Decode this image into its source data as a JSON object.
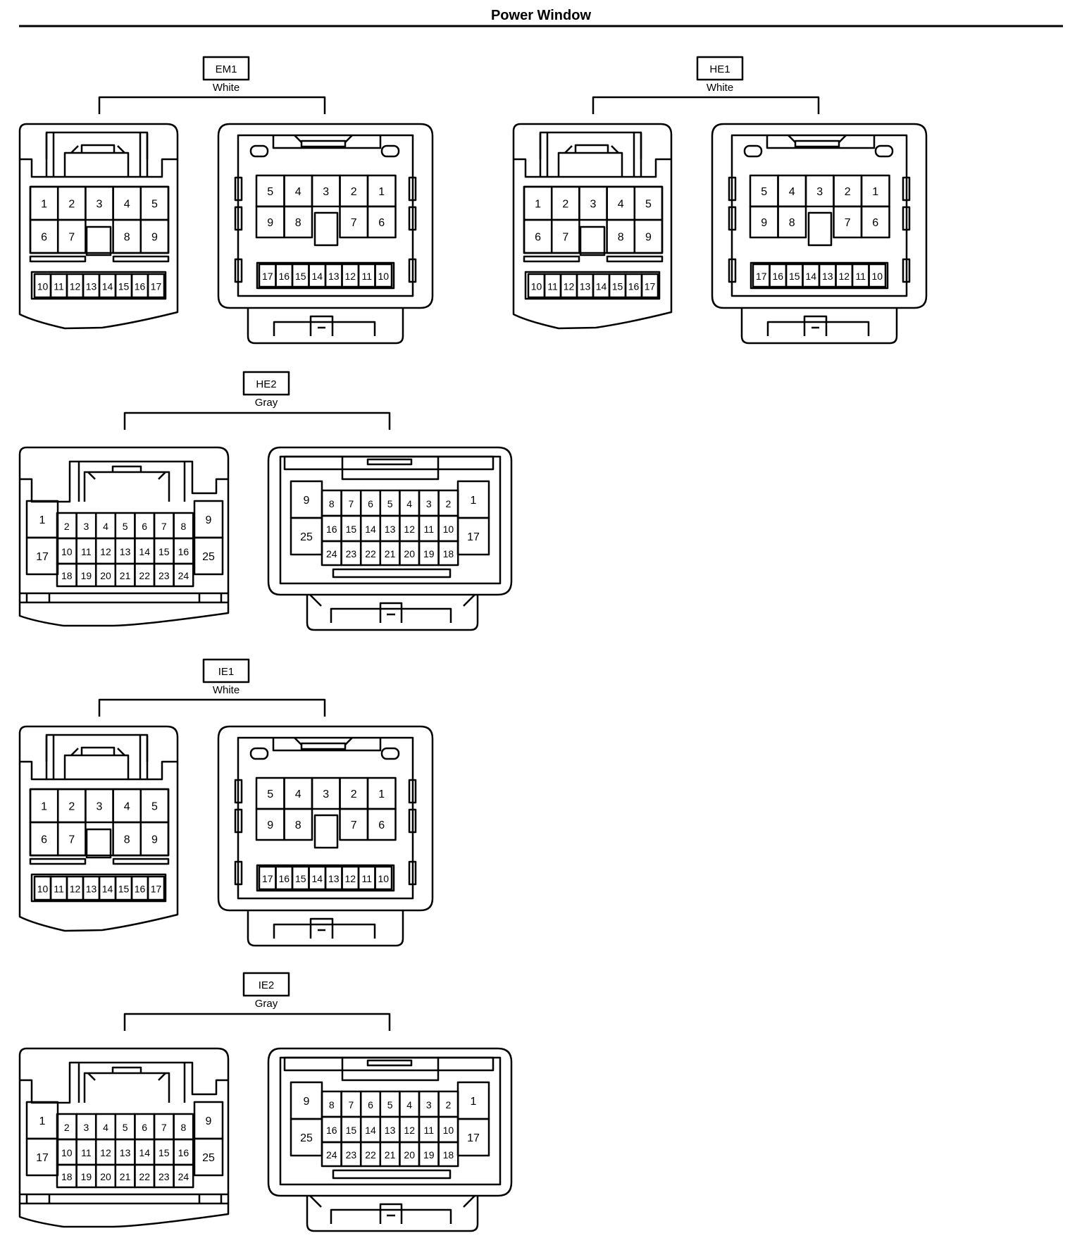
{
  "title": "Power Window",
  "connector_17": {
    "male": {
      "row1": [
        "1",
        "2",
        "3",
        "4",
        "5"
      ],
      "row2": [
        "6",
        "7",
        "",
        "8",
        "9"
      ],
      "row3": [
        "10",
        "11",
        "12",
        "13",
        "14",
        "15",
        "16",
        "17"
      ]
    },
    "female": {
      "row1": [
        "5",
        "4",
        "3",
        "2",
        "1"
      ],
      "row2": [
        "9",
        "8",
        "",
        "7",
        "6"
      ],
      "row3": [
        "17",
        "16",
        "15",
        "14",
        "13",
        "12",
        "11",
        "10"
      ]
    }
  },
  "connector_25": {
    "male": {
      "left": [
        "1",
        "17"
      ],
      "right": [
        "9",
        "25"
      ],
      "row1": [
        "2",
        "3",
        "4",
        "5",
        "6",
        "7",
        "8"
      ],
      "row2": [
        "10",
        "11",
        "12",
        "13",
        "14",
        "15",
        "16"
      ],
      "row3": [
        "18",
        "19",
        "20",
        "21",
        "22",
        "23",
        "24"
      ]
    },
    "female": {
      "left": [
        "9",
        "25"
      ],
      "right": [
        "1",
        "17"
      ],
      "row1": [
        "8",
        "7",
        "6",
        "5",
        "4",
        "3",
        "2"
      ],
      "row2": [
        "16",
        "15",
        "14",
        "13",
        "12",
        "11",
        "10"
      ],
      "row3": [
        "24",
        "23",
        "22",
        "21",
        "20",
        "19",
        "18"
      ]
    }
  },
  "groups": [
    {
      "id": "em1",
      "code": "EM1",
      "color": "White",
      "type": "17"
    },
    {
      "id": "he1",
      "code": "HE1",
      "color": "White",
      "type": "17"
    },
    {
      "id": "he2",
      "code": "HE2",
      "color": "Gray",
      "type": "25"
    },
    {
      "id": "ie1",
      "code": "IE1",
      "color": "White",
      "type": "17"
    },
    {
      "id": "ie2",
      "code": "IE2",
      "color": "Gray",
      "type": "25"
    }
  ]
}
